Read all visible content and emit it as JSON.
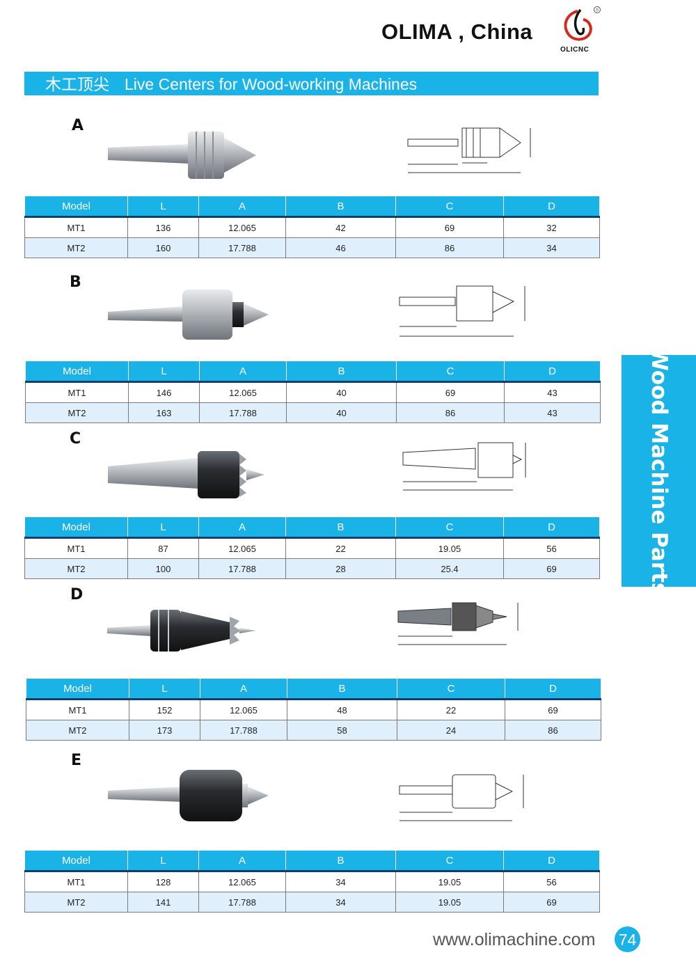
{
  "header": {
    "brand": "OLIMA , China",
    "logo_text": "OLICNC",
    "logo_mark": "®"
  },
  "title": {
    "cn": "木工顶尖",
    "en": "Live Centers for Wood-working Machines"
  },
  "columns": [
    "Model",
    "L",
    "A",
    "B",
    "C",
    "D"
  ],
  "sections": [
    {
      "letter": "A",
      "rows": [
        [
          "MT1",
          "136",
          "12.065",
          "42",
          "69",
          "32"
        ],
        [
          "MT2",
          "160",
          "17.788",
          "46",
          "86",
          "34"
        ]
      ]
    },
    {
      "letter": "B",
      "rows": [
        [
          "MT1",
          "146",
          "12.065",
          "40",
          "69",
          "43"
        ],
        [
          "MT2",
          "163",
          "17.788",
          "40",
          "86",
          "43"
        ]
      ]
    },
    {
      "letter": "C",
      "rows": [
        [
          "MT1",
          "87",
          "12.065",
          "22",
          "19.05",
          "56"
        ],
        [
          "MT2",
          "100",
          "17.788",
          "28",
          "25.4",
          "69"
        ]
      ]
    },
    {
      "letter": "D",
      "rows": [
        [
          "MT1",
          "152",
          "12.065",
          "48",
          "22",
          "69"
        ],
        [
          "MT2",
          "173",
          "17.788",
          "58",
          "24",
          "86"
        ]
      ]
    },
    {
      "letter": "E",
      "rows": [
        [
          "MT1",
          "128",
          "12.065",
          "34",
          "19.05",
          "56"
        ],
        [
          "MT2",
          "141",
          "17.788",
          "34",
          "19.05",
          "69"
        ]
      ]
    }
  ],
  "side_tab": "Wood Machine Parts",
  "footer": {
    "url": "www.olimachine.com",
    "page": "74"
  },
  "icons": {
    "logo": "olicnc-swirl-logo"
  },
  "colors": {
    "accent": "#1ab3e8",
    "header_rule": "#0a3f6b",
    "row_alt": "#dfeffb"
  }
}
